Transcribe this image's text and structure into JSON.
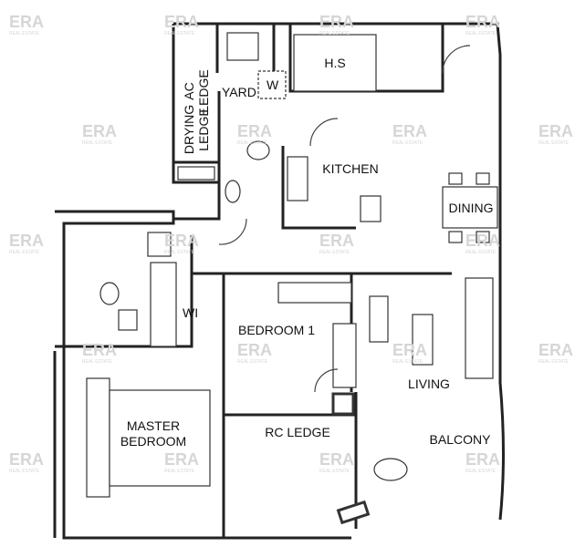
{
  "watermark": {
    "brand": "ERA",
    "tagline": "REAL ESTATE",
    "color": "#d6d6d6"
  },
  "rooms": {
    "ac_ledge": [
      "AC",
      "LEDGE"
    ],
    "yard": "YARD",
    "washer": "W",
    "household_shelter": "H.S",
    "drying_ledge": [
      "DRYING",
      "LEDGE"
    ],
    "kitchen": "KITCHEN",
    "dining": "DINING",
    "walk_in": "WI",
    "bedroom_1": "BEDROOM 1",
    "living": "LIVING",
    "master_bedroom": [
      "MASTER",
      "BEDROOM"
    ],
    "rc_ledge": "RC LEDGE",
    "balcony": "BALCONY"
  },
  "colors": {
    "wall": "#222222",
    "background": "#ffffff"
  }
}
